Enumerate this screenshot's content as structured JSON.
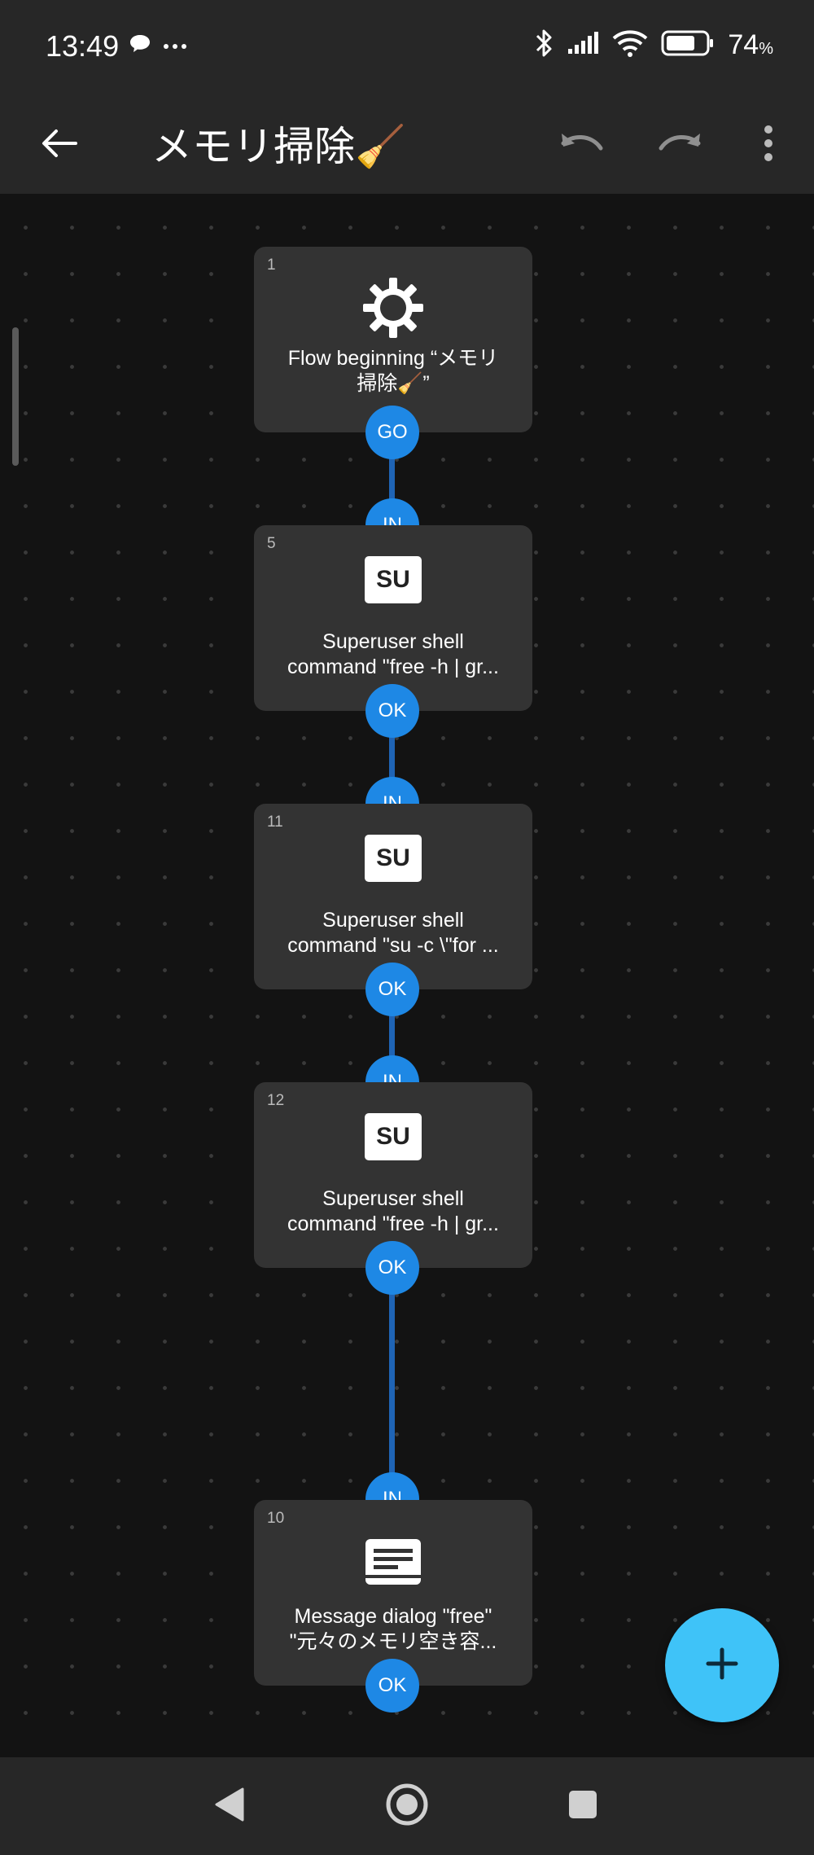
{
  "status_bar": {
    "time": "13:49",
    "battery_percent": "74",
    "battery_unit": "%",
    "battery_level": 0.74,
    "icons": [
      "chat-bubble-icon",
      "more-dots-icon",
      "bluetooth-icon",
      "signal-icon",
      "wifi-icon",
      "battery-icon"
    ]
  },
  "app_bar": {
    "title": "メモリ掃除🧹",
    "icons": [
      "back-arrow-icon",
      "undo-icon",
      "redo-icon",
      "overflow-menu-icon"
    ]
  },
  "flow": {
    "nodes": [
      {
        "number": "1",
        "icon": "gear-icon",
        "text_line1": "Flow beginning “メモリ",
        "text_line2": "掃除🧹”",
        "out_port": "GO"
      },
      {
        "number": "5",
        "icon": "su-icon",
        "icon_text": "SU",
        "in_port": "IN",
        "text_line1": "Superuser shell",
        "text_line2": "command \"free -h | gr...",
        "out_port": "OK"
      },
      {
        "number": "11",
        "icon": "su-icon",
        "icon_text": "SU",
        "in_port": "IN",
        "text_line1": "Superuser shell",
        "text_line2": "command \"su -c \\\"for ...",
        "out_port": "OK"
      },
      {
        "number": "12",
        "icon": "su-icon",
        "icon_text": "SU",
        "in_port": "IN",
        "text_line1": "Superuser shell",
        "text_line2": "command \"free -h | gr...",
        "out_port": "OK"
      },
      {
        "number": "10",
        "icon": "message-dialog-icon",
        "in_port": "IN",
        "text_line1": "Message dialog \"free\"",
        "text_line2": "\"元々のメモリ空き容...",
        "out_port": "OK"
      }
    ]
  },
  "fab": {
    "icon": "plus-icon"
  },
  "nav_bar": {
    "icons": [
      "nav-back-icon",
      "nav-home-icon",
      "nav-recents-icon"
    ]
  },
  "colors": {
    "bar_background": "#272727",
    "canvas_background": "#131313",
    "node_background": "#333333",
    "port_blue": "#1e88e5",
    "connector_blue": "#1f64b5",
    "fab_blue": "#3fc3f8"
  }
}
